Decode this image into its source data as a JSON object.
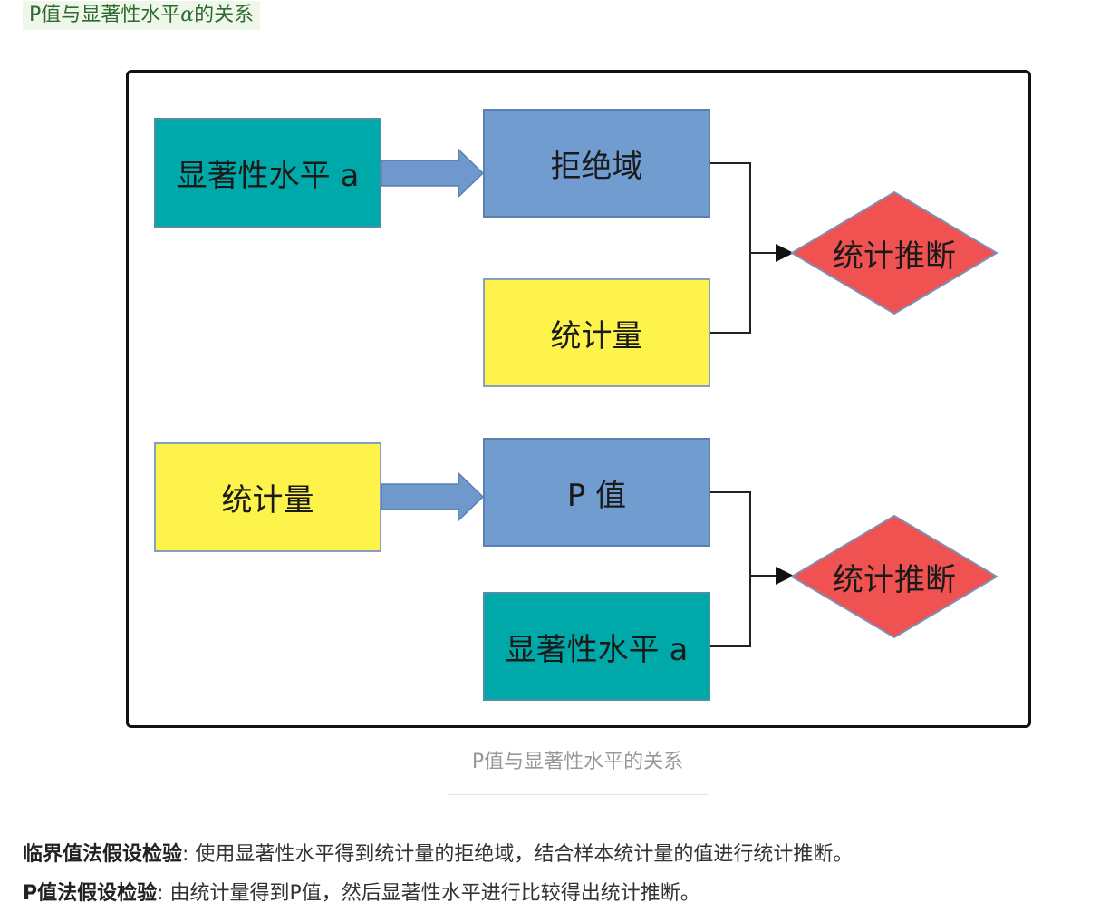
{
  "heading": {
    "prefix": "P值与显著性水平",
    "alpha": "α",
    "suffix": "的关系"
  },
  "diagram": {
    "top": {
      "significance_box": "显著性水平 a",
      "rejection_box": "拒绝域",
      "statistic_box": "统计量",
      "inference_diamond": "统计推断"
    },
    "bottom": {
      "statistic_box": "统计量",
      "pvalue_box": "P 值",
      "significance_box": "显著性水平 a",
      "inference_diamond": "统计推断"
    },
    "colors": {
      "teal": "#00a9a9",
      "blue": "#709cd0",
      "yellow": "#fdf34b",
      "red": "#f05151",
      "arrow": "#6f98cc"
    }
  },
  "caption": "P值与显著性水平的关系",
  "paragraphs": [
    {
      "term": "临界值法假设检验",
      "text": ": 使用显著性水平得到统计量的拒绝域，结合样本统计量的值进行统计推断。"
    },
    {
      "term": "P值法假设检验",
      "text": ": 由统计量得到P值，然后显著性水平进行比较得出统计推断。"
    }
  ]
}
